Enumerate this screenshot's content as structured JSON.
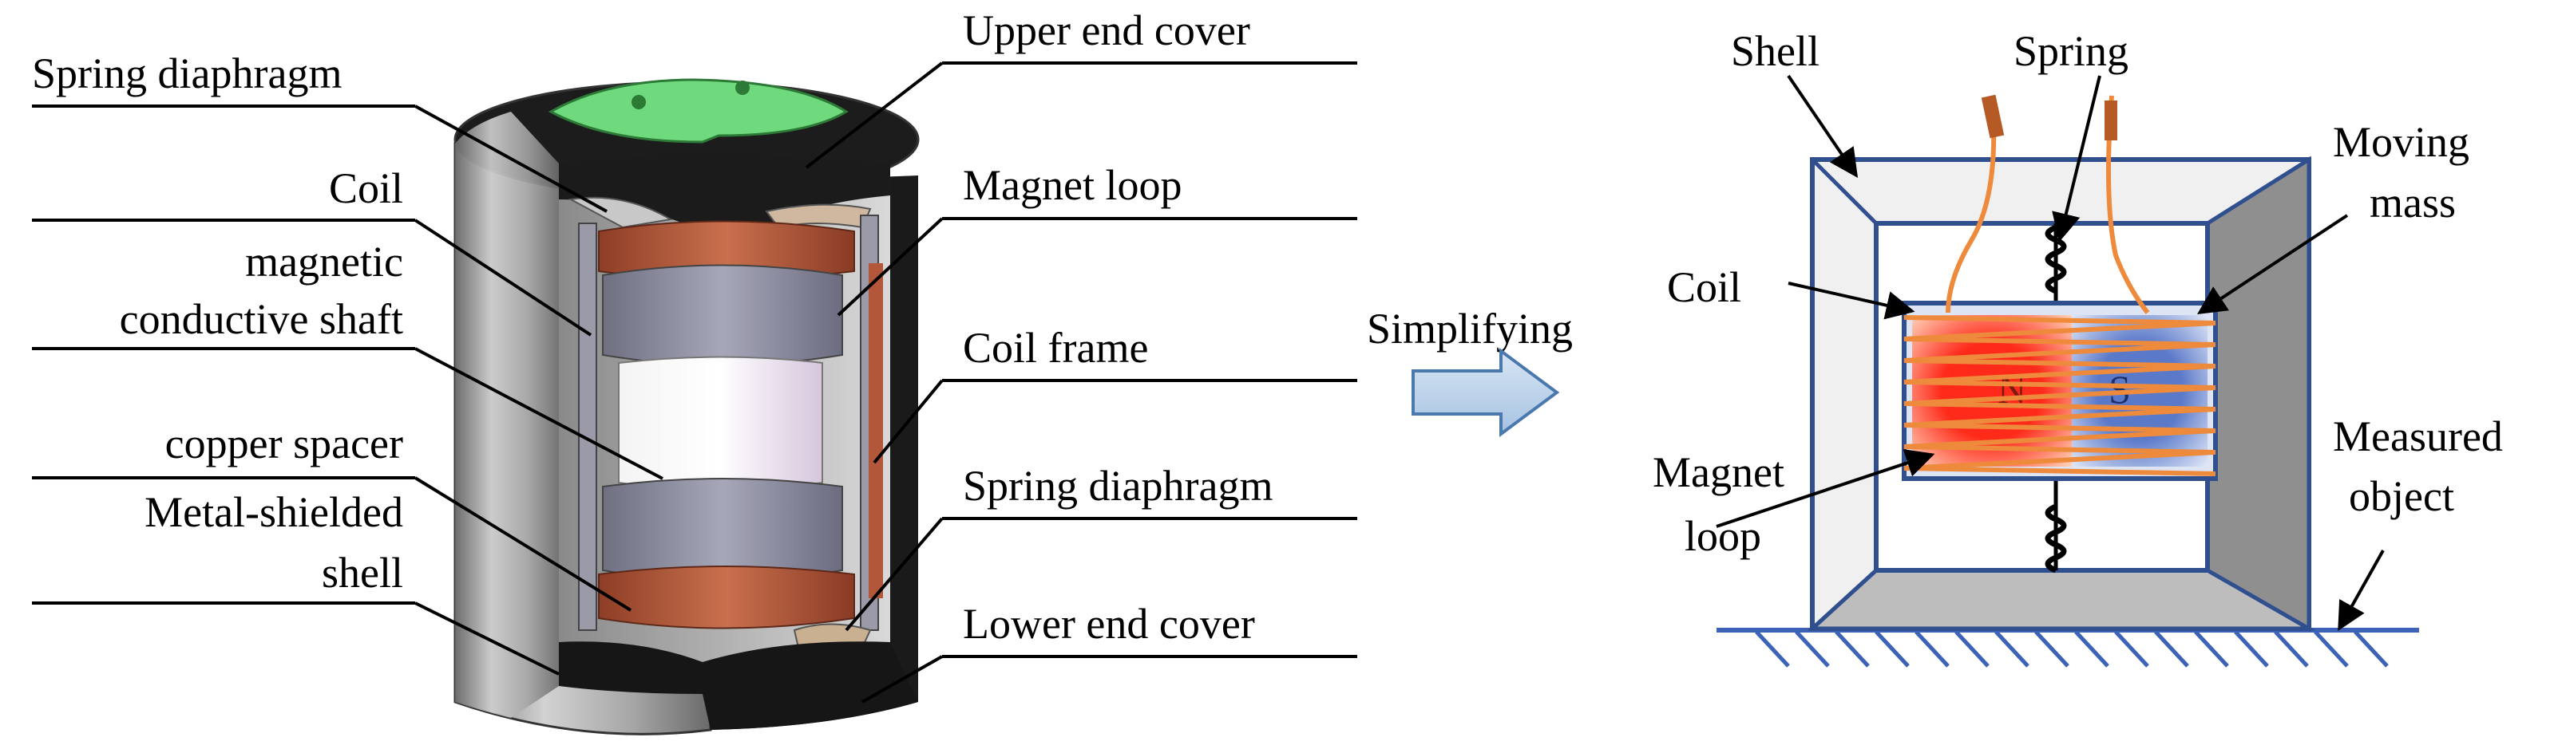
{
  "left_labels": {
    "spring_diaphragm_top": "Spring diaphragm",
    "coil": "Coil",
    "magnetic_line1": "magnetic",
    "magnetic_line2": "conductive shaft",
    "copper_spacer": "copper spacer",
    "metal_line1": "Metal-shielded",
    "metal_line2": "shell"
  },
  "right_labels": {
    "upper_end_cover": "Upper end cover",
    "magnet_loop": "Magnet loop",
    "coil_frame": "Coil frame",
    "spring_diaphragm_bottom": "Spring diaphragm",
    "lower_end_cover": "Lower end cover"
  },
  "arrow": {
    "label": "Simplifying"
  },
  "schematic": {
    "shell": "Shell",
    "spring": "Spring",
    "moving_line1": "Moving",
    "moving_line2": "mass",
    "coil": "Coil",
    "magnet_line1": "Magnet",
    "magnet_line2": "loop",
    "pole_n": "N",
    "pole_s": "S",
    "measured_line1": "Measured",
    "measured_line2": "object"
  },
  "colors": {
    "frame_blue": "#2f4f8f",
    "coil_orange": "#ee8a3c",
    "copper": "#b3573a",
    "arrow_fill": "#bcd3ea",
    "magnet_red": "#ff2a1a",
    "magnet_blue": "#5b79c9"
  }
}
